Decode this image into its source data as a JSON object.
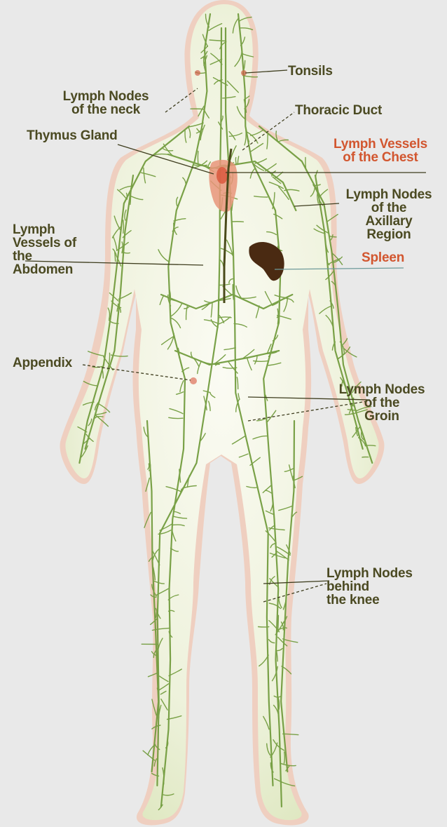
{
  "labels": {
    "tonsils": "Tonsils",
    "neck_nodes": "Lymph Nodes\nof the neck",
    "thoracic_duct": "Thoracic Duct",
    "thymus": "Thymus Gland",
    "chest_vessels": "Lymph Vessels\nof the Chest",
    "axillary": "Lymph Nodes\nof the\nAxillary\nRegion",
    "abdomen_vessels": "Lymph\nVessels of\nthe\nAbdomen",
    "spleen": "Spleen",
    "appendix": "Appendix",
    "groin": "Lymph Nodes\nof the\nGroin",
    "knee": "Lymph Nodes\nbehind\nthe knee"
  },
  "colors": {
    "background": "#e9e9e9",
    "body_fill": "#f2f4e6",
    "body_halo": "#ecc8b8",
    "vessel_green": "#6f9a3a",
    "label_dark": "#4b4a22",
    "label_red": "#d2562f",
    "spleen": "#4a2a12",
    "thymus": "#e07a5a"
  }
}
